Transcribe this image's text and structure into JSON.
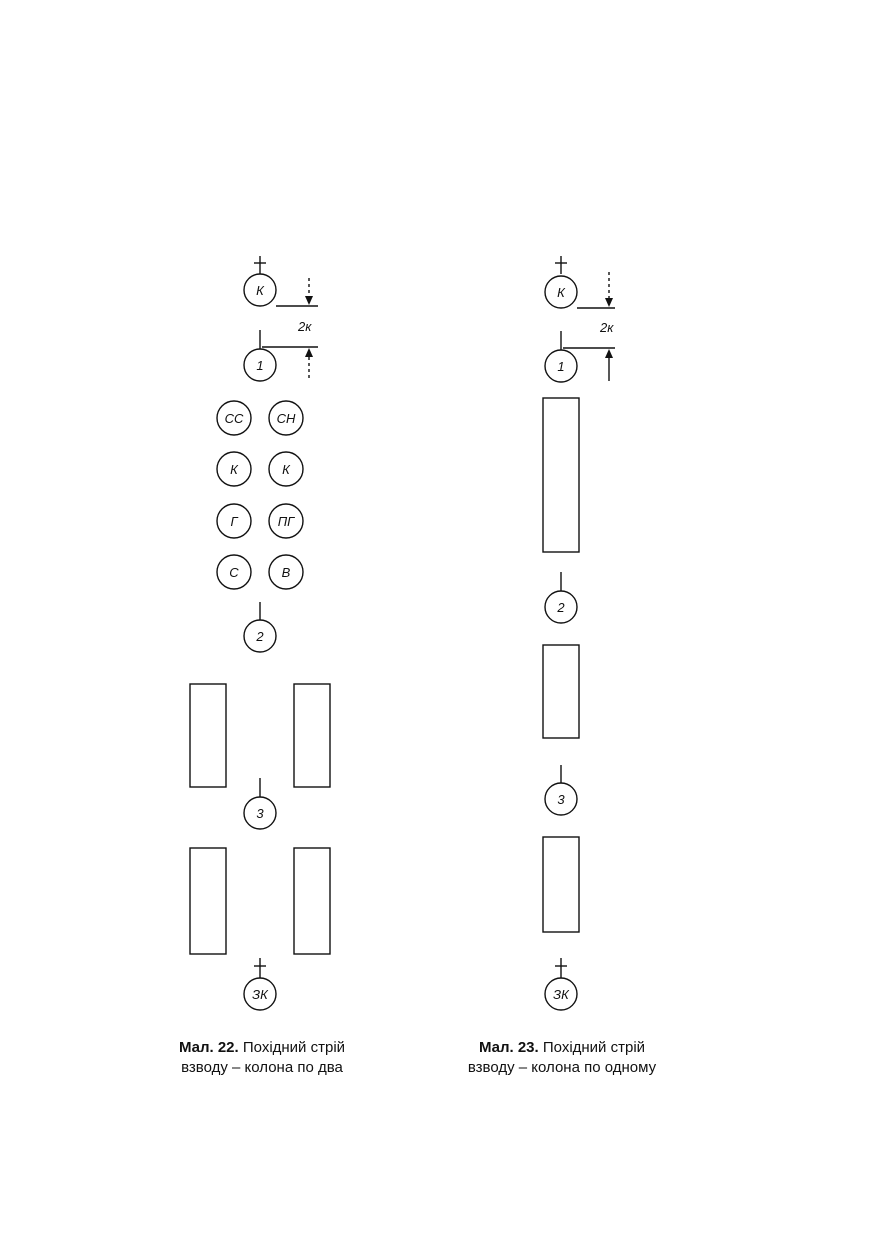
{
  "fig22": {
    "commander": "К",
    "dimension": "2к",
    "squad1": "1",
    "section": [
      [
        "СС",
        "СН"
      ],
      [
        "К",
        "К"
      ],
      [
        "Г",
        "ПГ"
      ],
      [
        "С",
        "В"
      ]
    ],
    "squad2": "2",
    "squad3": "3",
    "deputy": "ЗК",
    "caption_num": "Мал. 22.",
    "caption_text1": "Похідний стрій",
    "caption_text2": "взводу  – колона по два"
  },
  "fig23": {
    "commander": "К",
    "dimension": "2к",
    "squad1": "1",
    "squad2": "2",
    "squad3": "3",
    "deputy": "ЗК",
    "caption_num": "Мал. 23.",
    "caption_text1": "Похідний стрій",
    "caption_text2": "взводу  – колона по одному"
  }
}
